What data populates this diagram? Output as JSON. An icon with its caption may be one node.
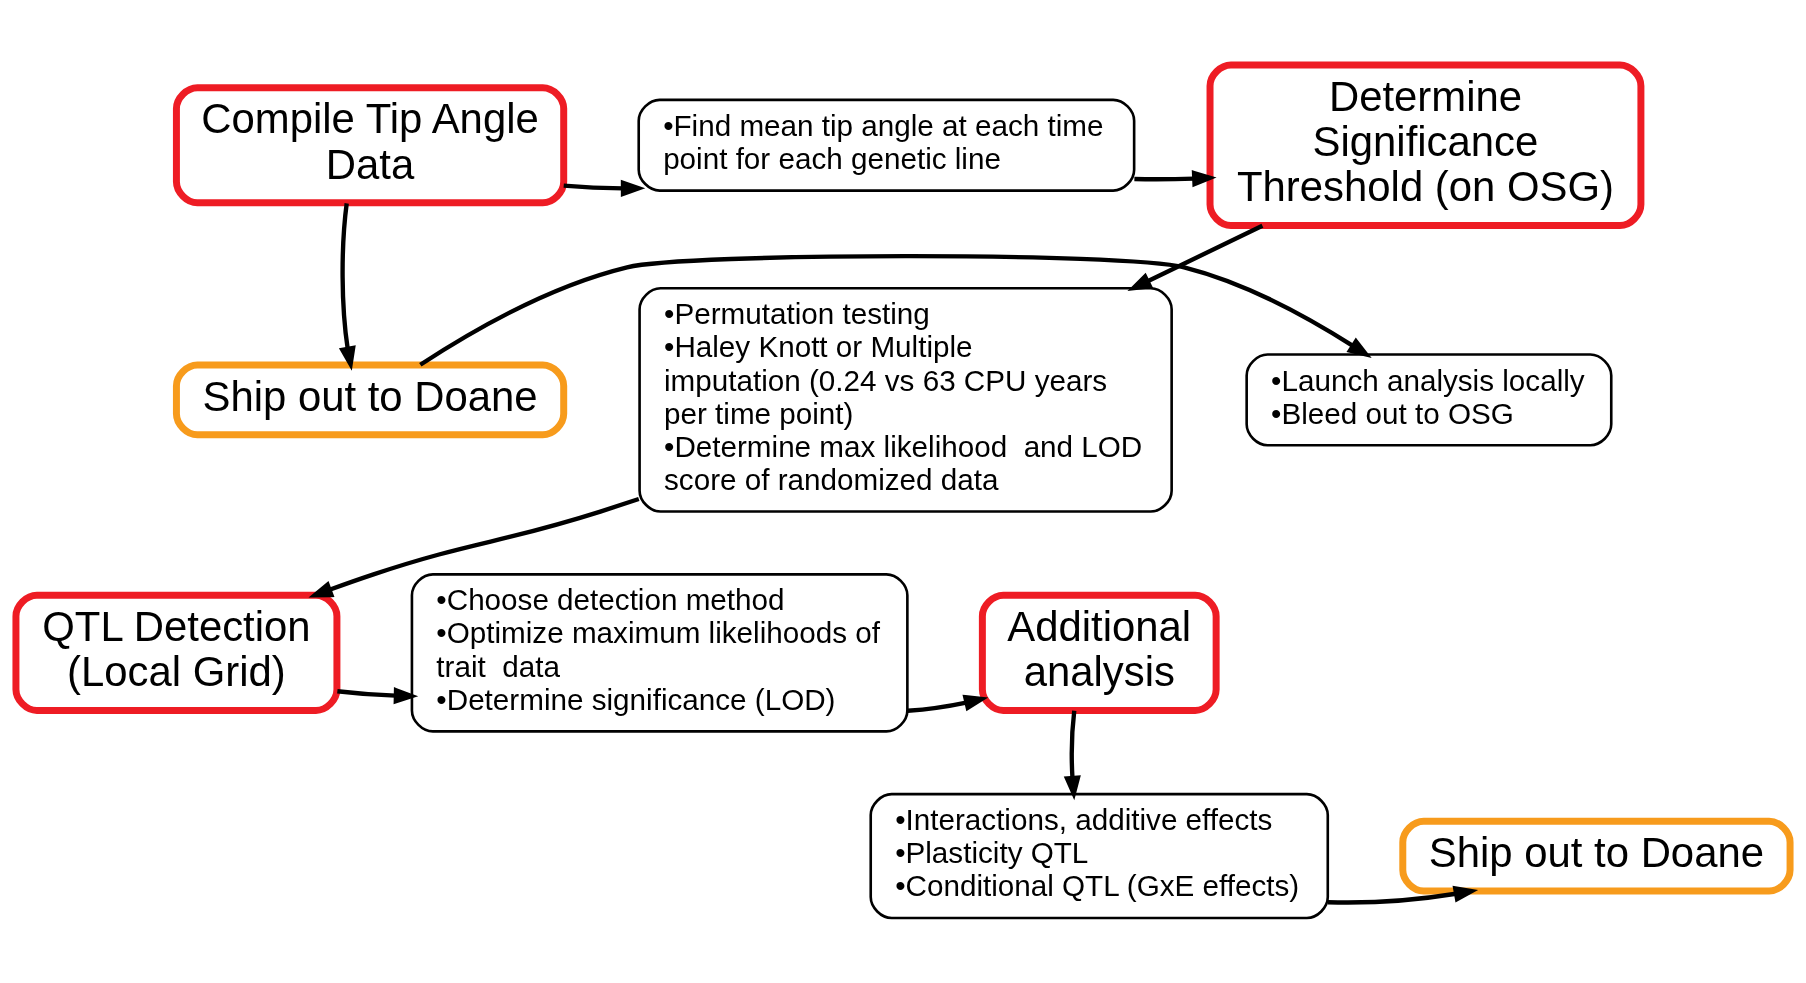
{
  "diagram": {
    "nodes": [
      {
        "text": [
          "Compile Tip Angle Data"
        ]
      },
      {
        "text": [
          "•Find mean tip angle at each time point for each genetic line"
        ]
      },
      {
        "text": [
          "Determine Significance Threshold (on OSG)"
        ]
      },
      {
        "text": [
          "Ship out to Doane"
        ]
      },
      {
        "text": [
          "•Launch analysis locally",
          "•Bleed out to OSG"
        ]
      },
      {
        "text": [
          "•Permutation testing",
          "•Haley Knott or Multiple imputation (0.24 vs 63 CPU years per time point)",
          "•Determine max likelihood  and LOD score of randomized data"
        ]
      },
      {
        "text": [
          "Additional analysis"
        ]
      },
      {
        "text": [
          "•Choose detection method",
          "•Optimize maximum likelihoods of trait  data",
          "•Determine significance (LOD)"
        ]
      },
      {
        "text": [
          "QTL Detection (Local Grid)"
        ]
      },
      {
        "text": [
          "•Interactions, additive effects",
          "•Plasticity QTL",
          "•Conditional QTL (GxE effects)"
        ]
      },
      {
        "text": [
          "Ship out to Doane"
        ]
      }
    ],
    "edges": [
      {
        "from": 0,
        "to": 1,
        "arrow": "to"
      },
      {
        "from": 1,
        "to": 2,
        "arrow": "to"
      },
      {
        "from": 0,
        "to": 3,
        "arrow": "to"
      },
      {
        "from": 3,
        "to": 4,
        "arrow": "to"
      },
      {
        "from": 2,
        "to": 5,
        "arrow": "to"
      },
      {
        "from": 5,
        "to": 8,
        "arrow": "to"
      },
      {
        "from": 8,
        "to": 7,
        "arrow": "to"
      },
      {
        "from": 7,
        "to": 6,
        "arrow": "to"
      },
      {
        "from": 6,
        "to": 9,
        "arrow": "to"
      },
      {
        "from": 9,
        "to": 10,
        "arrow": "to"
      }
    ]
  }
}
